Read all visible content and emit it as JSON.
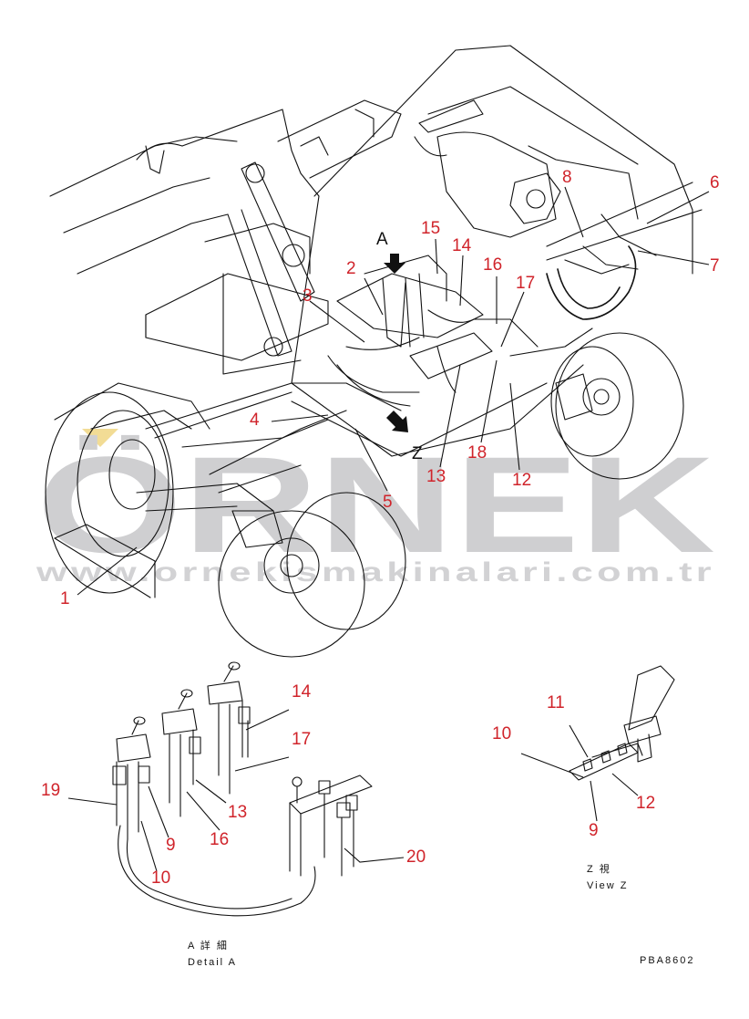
{
  "watermark": {
    "brand": "ÖRNEK",
    "url": "www.ornekismakinalari.com.tr"
  },
  "view_letters": {
    "a": "A",
    "z": "Z"
  },
  "callouts": [
    "1",
    "2",
    "3",
    "4",
    "5",
    "6",
    "7",
    "8",
    "13",
    "14",
    "15",
    "16",
    "17",
    "18",
    "12"
  ],
  "detail_a": {
    "callouts": [
      "14",
      "17",
      "19",
      "13",
      "9",
      "16",
      "10",
      "20"
    ],
    "caption_jp": "A 詳 細",
    "caption_en": "Detail A"
  },
  "view_z": {
    "callouts": [
      "11",
      "10",
      "12",
      "9"
    ],
    "caption_jp": "Z 視",
    "caption_en": "View Z"
  },
  "drawing_code": "PBA8602",
  "colors": {
    "callout": "#d0242b",
    "line": "#111111",
    "watermark": "#cfcfd1",
    "watermark_accent": "#f2dc95"
  }
}
